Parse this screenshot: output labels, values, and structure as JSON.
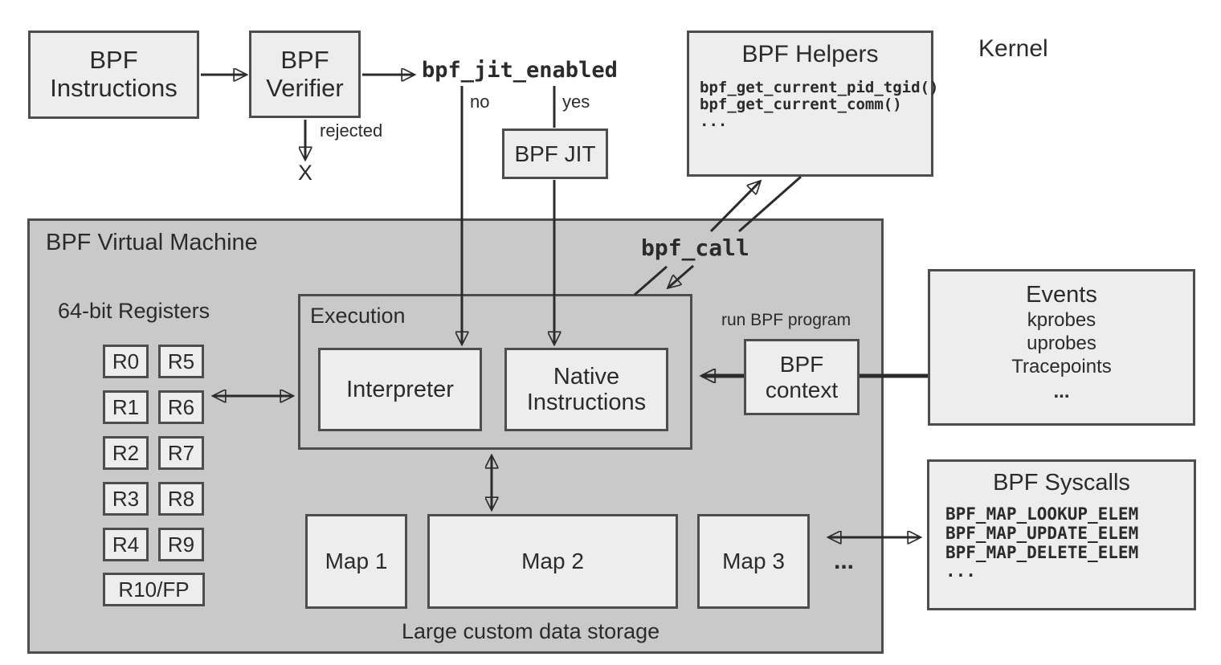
{
  "labels": {
    "kernel": "Kernel",
    "bpf_jit_enabled": "bpf_jit_enabled",
    "no": "no",
    "yes": "yes",
    "rejected": "rejected",
    "rejected_x": "X",
    "bpf_call": "bpf_call",
    "run_bpf_program": "run BPF program",
    "vm_title": "BPF Virtual Machine",
    "registers_title": "64-bit Registers",
    "execution_title": "Execution",
    "storage_caption": "Large custom data storage",
    "maps_ellipsis": "..."
  },
  "boxes": {
    "instructions": {
      "label": "BPF\nInstructions"
    },
    "verifier": {
      "label": "BPF\nVerifier"
    },
    "jit": {
      "label": "BPF JIT"
    },
    "helpers": {
      "title": "BPF Helpers",
      "lines": [
        "bpf_get_current_pid_tgid()",
        "bpf_get_current_comm()",
        "..."
      ]
    },
    "interpreter": {
      "label": "Interpreter"
    },
    "native": {
      "label": "Native\nInstructions"
    },
    "context": {
      "label": "BPF\ncontext"
    },
    "map1": {
      "label": "Map 1"
    },
    "map2": {
      "label": "Map 2"
    },
    "map3": {
      "label": "Map 3"
    },
    "events": {
      "title": "Events",
      "items": [
        "kprobes",
        "uprobes",
        "Tracepoints",
        "..."
      ]
    },
    "syscalls": {
      "title": "BPF Syscalls",
      "lines": [
        "BPF_MAP_LOOKUP_ELEM",
        "BPF_MAP_UPDATE_ELEM",
        "BPF_MAP_DELETE_ELEM",
        "..."
      ]
    }
  },
  "registers": {
    "cells": [
      "R0",
      "R5",
      "R1",
      "R6",
      "R2",
      "R7",
      "R3",
      "R8",
      "R4",
      "R9",
      "R10/FP"
    ]
  },
  "colors": {
    "background": "#ffffff",
    "box_fill": "#ededed",
    "vm_fill": "#c9c9c9",
    "border": "#4d4d4d",
    "line": "#2b2b2b",
    "text": "#2b2b2b"
  }
}
